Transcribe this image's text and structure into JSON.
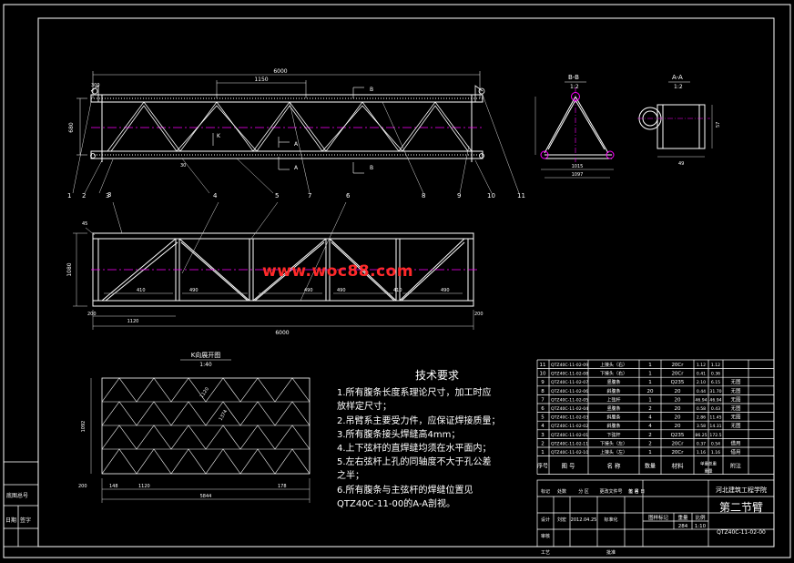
{
  "watermark": "www.woc88.com",
  "colors": {
    "frame": "#ffffff",
    "member": "#ffffff",
    "accent": "#ff00ff",
    "dim": "#dcdcdc",
    "highlight": "#ffff00",
    "watermark": "#ff2a2a"
  },
  "elevation": {
    "overall_dim": "6000",
    "panel_dim": "1150",
    "height_dim": "680",
    "end_dim": "300",
    "small_dim": "30",
    "marks": {
      "b_top": "B",
      "b_bottom": "B",
      "a_top": "A",
      "a_bottom": "A",
      "k": "K"
    },
    "callouts": [
      "1",
      "2",
      "3",
      "4",
      "5",
      "6",
      "7",
      "8",
      "9",
      "10",
      "11"
    ]
  },
  "section_bb": {
    "title": "B-B",
    "scale": "1:2",
    "base_dim": "1015",
    "total_dim": "1097"
  },
  "section_aa": {
    "title": "A-A",
    "scale": "1:2",
    "height_dim": "57",
    "width_dim": "49"
  },
  "plan": {
    "overall_dim": "6000",
    "left_dim": "1120",
    "height_dim": "1080",
    "right_dim": "200",
    "left_end_dim": "200",
    "corner_dim": "45",
    "panel_dims": [
      "410",
      "490",
      "490",
      "490",
      "410",
      "490"
    ],
    "callouts": [
      "3",
      "4",
      "5",
      "6"
    ]
  },
  "k_view": {
    "title": "K向展开图",
    "scale": "1:40",
    "diag_dims": [
      "1120",
      "1374"
    ],
    "height_dim": "1092",
    "bottom_dims": [
      "200",
      "148",
      "1120",
      "178"
    ],
    "overall_dim": "5844"
  },
  "notes": {
    "title": "技术要求",
    "lines": [
      "1.所有腹条长度系理论尺寸，加工时应",
      "    放样定尺寸；",
      "2.吊臂系主要受力件，应保证焊接质量；",
      "3.所有腹条接头焊缝高4mm；",
      "4.上下弦杆的直焊缝均须在水平面内；",
      "5.左右弦杆上孔的同轴度不大于孔公差",
      "    之半；",
      "6.所有腹条与主弦杆的焊缝位置见",
      "    QTZ40C-11-00的A-A剖视。"
    ]
  },
  "left_panel": {
    "label1": "底图总号",
    "label2": "日期",
    "label3": "签字"
  },
  "bom": {
    "rows": [
      {
        "no": "11",
        "code": "QTZ40C-11-02-09",
        "name": "上接头（右）",
        "qty": "1",
        "mat": "20Cr",
        "w1": "1.12",
        "w2": "1.12",
        "note": ""
      },
      {
        "no": "10",
        "code": "QTZ40C-11-02-08",
        "name": "下接头（右）",
        "qty": "1",
        "mat": "20Cr",
        "w1": "0.41",
        "w2": "0.36",
        "note": ""
      },
      {
        "no": "9",
        "code": "QTZ40C-11-02-07",
        "name": "竖腹条",
        "qty": "1",
        "mat": "Q235",
        "w1": "2.10",
        "w2": "6.15",
        "note": "无图"
      },
      {
        "no": "8",
        "code": "QTZ40C-11-02-06",
        "name": "斜腹条",
        "qty": "20",
        "mat": "20",
        "w1": "0.44",
        "w2": "31.70",
        "note": "无图"
      },
      {
        "no": "7",
        "code": "QTZ40C-11-02-05",
        "name": "上弦杆",
        "qty": "1",
        "mat": "20",
        "w1": "46.94",
        "w2": "46.94",
        "note": "无图"
      },
      {
        "no": "6",
        "code": "QTZ40C-11-02-04",
        "name": "竖腹条",
        "qty": "2",
        "mat": "20",
        "w1": "0.58",
        "w2": "0.43",
        "note": "无图"
      },
      {
        "no": "5",
        "code": "QTZ40C-11-02-03",
        "name": "斜腹条",
        "qty": "4",
        "mat": "20",
        "w1": "2.86",
        "w2": "11.45",
        "note": "无图"
      },
      {
        "no": "4",
        "code": "QTZ40C-11-02-02",
        "name": "斜腹条",
        "qty": "4",
        "mat": "20",
        "w1": "3.58",
        "w2": "14.31",
        "note": "无图"
      },
      {
        "no": "3",
        "code": "QTZ40C-11-02-01",
        "name": "下弦杆",
        "qty": "2",
        "mat": "Q235",
        "w1": "86.25",
        "w2": "172.5",
        "note": ""
      },
      {
        "no": "2",
        "code": "QTZ40C-11-02-11",
        "name": "下接头（左）",
        "qty": "2",
        "mat": "20Cr",
        "w1": "0.37",
        "w2": "0.54",
        "note": "借用"
      },
      {
        "no": "1",
        "code": "QTZ40C-11-02-10",
        "name": "上接头（左）",
        "qty": "1",
        "mat": "20Cr",
        "w1": "1.16",
        "w2": "1.16",
        "note": "借用"
      }
    ],
    "header": {
      "no": "序号",
      "code": "图 号",
      "name": "名 称",
      "qty": "数量",
      "mat": "材料",
      "w": "单重总重",
      "w2": "重量",
      "note": "附注"
    }
  },
  "title_block": {
    "org": "河北建筑工程学院",
    "title": "第二节臂",
    "drawing_no": "QTZ40C-11-02-00",
    "stage": "图样标记",
    "weight_label": "重量",
    "scale_label": "比例",
    "weight": "284",
    "scale": "1:10",
    "rows": [
      {
        "a": "标记",
        "b": "处数",
        "c": "分 区",
        "d": "更改文件号",
        "e": "签 名",
        "f": "年 月 日"
      },
      {
        "a": "设计",
        "b": "刘宏",
        "c": "2012.04.25",
        "d": "标准化",
        "e": "",
        "f": ""
      },
      {
        "a": "审核",
        "b": "",
        "c": "",
        "d": "",
        "e": "",
        "f": ""
      },
      {
        "a": "工艺",
        "b": "",
        "c": "",
        "d": "批准",
        "e": "",
        "f": ""
      }
    ]
  }
}
